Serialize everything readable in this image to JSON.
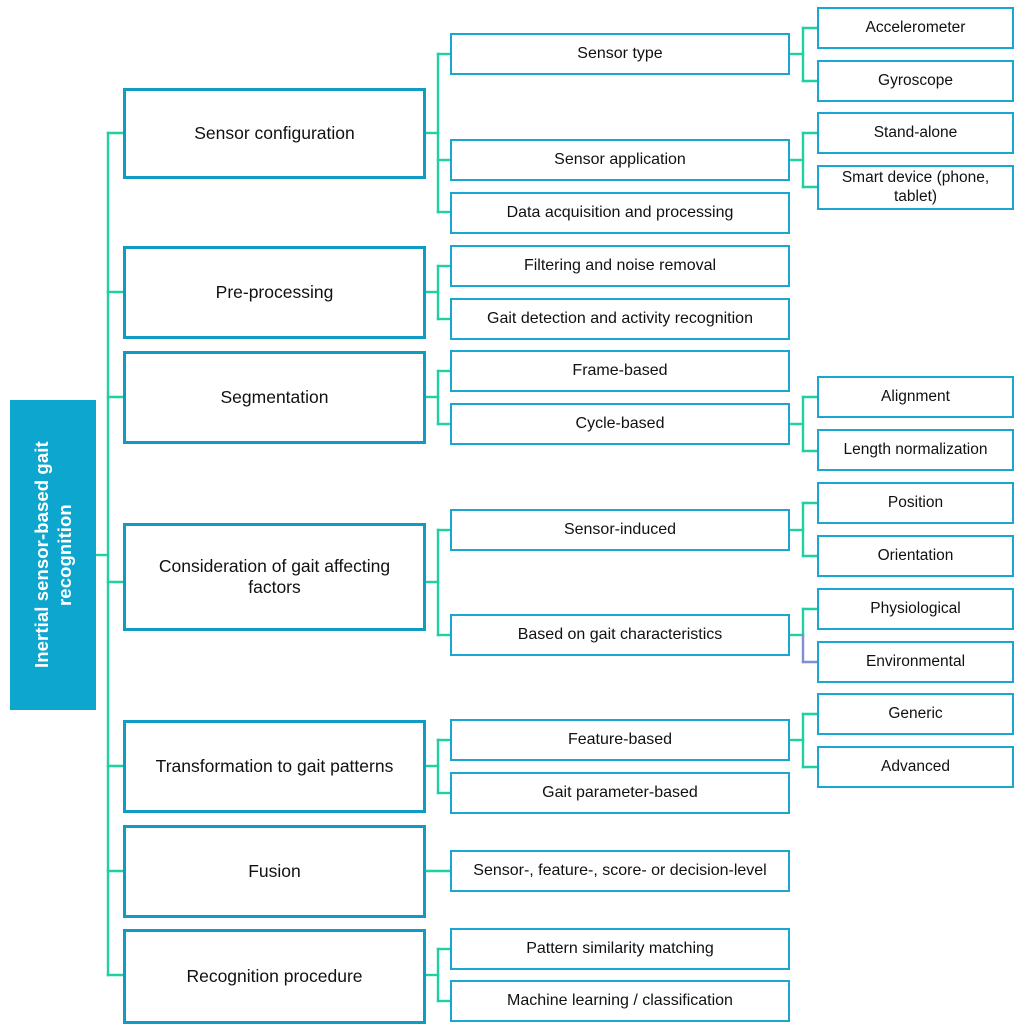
{
  "diagram": {
    "type": "tree-taxonomy",
    "orientation": "left-to-right",
    "colors": {
      "root_fill": "#0CA6CE",
      "root_text": "#FFFFFF",
      "level1_border": "#109BC4",
      "level2_border": "#19A7D2",
      "level3_border": "#19A7D2",
      "connector_green": "#1FD0A3",
      "connector_blue": "#19A7D2",
      "connector_purple": "#7E8FD4",
      "background": "#FFFFFF",
      "text": "#111111"
    },
    "root": {
      "label": "Inertial sensor-based gait recognition"
    },
    "level1": [
      {
        "id": "sensor-configuration",
        "label": "Sensor configuration"
      },
      {
        "id": "pre-processing",
        "label": "Pre-processing"
      },
      {
        "id": "segmentation",
        "label": "Segmentation"
      },
      {
        "id": "gait-affecting-factors",
        "label": "Consideration of gait affecting factors"
      },
      {
        "id": "transformation",
        "label": "Transformation to gait patterns"
      },
      {
        "id": "fusion",
        "label": "Fusion"
      },
      {
        "id": "recognition-procedure",
        "label": "Recognition procedure"
      }
    ],
    "level2": [
      {
        "id": "sensor-type",
        "label": "Sensor type",
        "parent": "sensor-configuration"
      },
      {
        "id": "sensor-application",
        "label": "Sensor application",
        "parent": "sensor-configuration"
      },
      {
        "id": "data-acquisition",
        "label": "Data acquisition and processing",
        "parent": "sensor-configuration"
      },
      {
        "id": "filtering-noise-removal",
        "label": "Filtering and noise removal",
        "parent": "pre-processing"
      },
      {
        "id": "gait-detection",
        "label": "Gait detection and activity recognition",
        "parent": "pre-processing"
      },
      {
        "id": "frame-based",
        "label": "Frame-based",
        "parent": "segmentation"
      },
      {
        "id": "cycle-based",
        "label": "Cycle-based",
        "parent": "segmentation"
      },
      {
        "id": "sensor-induced",
        "label": "Sensor-induced",
        "parent": "gait-affecting-factors"
      },
      {
        "id": "based-on-gait-characteristics",
        "label": "Based on gait characteristics",
        "parent": "gait-affecting-factors"
      },
      {
        "id": "feature-based",
        "label": "Feature-based",
        "parent": "transformation"
      },
      {
        "id": "gait-parameter-based",
        "label": "Gait parameter-based",
        "parent": "transformation"
      },
      {
        "id": "fusion-levels",
        "label": "Sensor-, feature-, score- or decision-level",
        "parent": "fusion"
      },
      {
        "id": "pattern-similarity-matching",
        "label": "Pattern similarity matching",
        "parent": "recognition-procedure"
      },
      {
        "id": "machine-learning",
        "label": "Machine learning / classification",
        "parent": "recognition-procedure"
      }
    ],
    "level3": [
      {
        "id": "accelerometer",
        "label": "Accelerometer",
        "parent": "sensor-type"
      },
      {
        "id": "gyroscope",
        "label": "Gyroscope",
        "parent": "sensor-type"
      },
      {
        "id": "stand-alone",
        "label": "Stand-alone",
        "parent": "sensor-application"
      },
      {
        "id": "smart-device",
        "label": "Smart device (phone, tablet)",
        "parent": "sensor-application"
      },
      {
        "id": "alignment",
        "label": "Alignment",
        "parent": "cycle-based"
      },
      {
        "id": "length-normalization",
        "label": "Length normalization",
        "parent": "cycle-based"
      },
      {
        "id": "position",
        "label": "Position",
        "parent": "sensor-induced"
      },
      {
        "id": "orientation",
        "label": "Orientation",
        "parent": "sensor-induced"
      },
      {
        "id": "physiological",
        "label": "Physiological",
        "parent": "based-on-gait-characteristics"
      },
      {
        "id": "environmental",
        "label": "Environmental",
        "parent": "based-on-gait-characteristics"
      },
      {
        "id": "generic",
        "label": "Generic",
        "parent": "feature-based"
      },
      {
        "id": "advanced",
        "label": "Advanced",
        "parent": "feature-based"
      }
    ]
  }
}
